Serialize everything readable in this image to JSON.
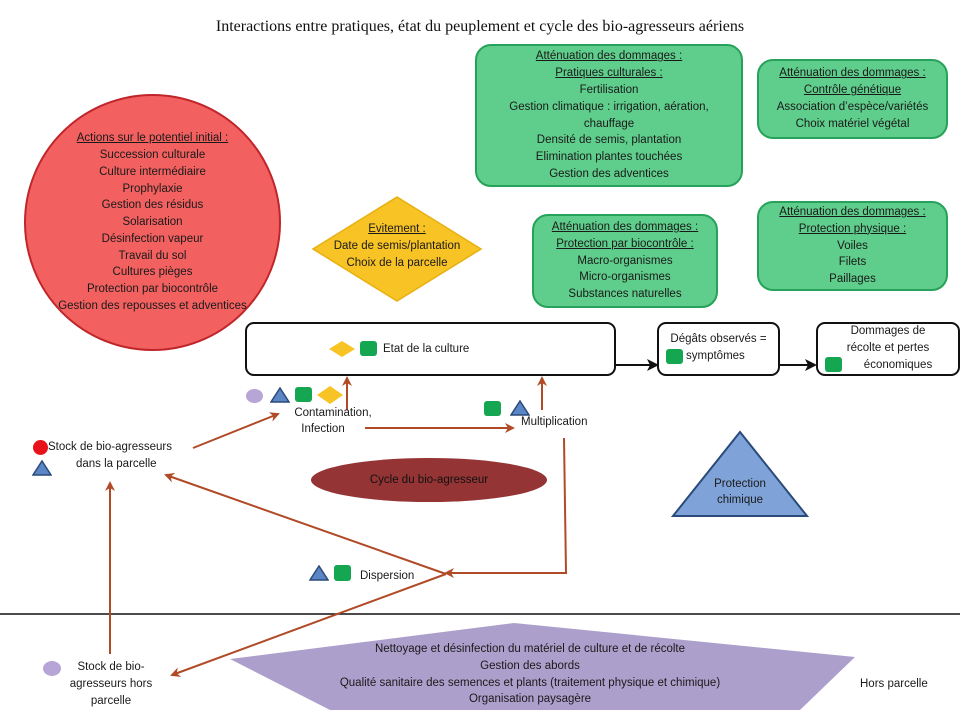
{
  "title": "Interactions entre pratiques, état du peuplement et cycle des bio-agresseurs aériens",
  "colors": {
    "green_fill": "#5fcd8b",
    "green_border": "#27a25a",
    "red_fill": "#f26060",
    "yellow_fill": "#f7c325",
    "blue_fill": "#7fa3d8",
    "purple_fill": "#ad9fcb",
    "cycle_ellipse": "#953434",
    "arrow": "#b04a27"
  },
  "red_circle": {
    "heading": "Actions sur le potentiel initial :",
    "items": [
      "Succession culturale",
      "Culture intermédiaire",
      "Prophylaxie",
      "Gestion des résidus",
      "Solarisation",
      "Désinfection vapeur",
      "Travail du sol",
      "Cultures pièges",
      "Protection par biocontrôle",
      "Gestion des repousses et adventices"
    ]
  },
  "green_cultural": {
    "heading": "Atténuation des dommages :",
    "subheading": "Pratiques culturales :",
    "items": [
      "Fertilisation",
      "Gestion climatique : irrigation, aération,",
      "chauffage",
      "Densité de semis, plantation",
      "Elimination plantes touchées",
      "Gestion des adventices"
    ]
  },
  "green_genetic": {
    "heading": "Atténuation des dommages :",
    "subheading": "Contrôle génétique",
    "items": [
      "Association d’espèce/variétés",
      "Choix matériel végétal"
    ]
  },
  "green_biocontrol": {
    "heading": "Atténuation des dommages :",
    "subheading": "Protection par biocontrôle :",
    "items": [
      "Macro-organismes",
      "Micro-organismes",
      "Substances naturelles"
    ]
  },
  "green_physical": {
    "heading": "Atténuation des dommages :",
    "subheading": "Protection physique :",
    "items": [
      "Voiles",
      "Filets",
      "Paillages"
    ]
  },
  "avoidance": {
    "heading": "Evitement :",
    "items": [
      "Date de semis/plantation",
      "Choix de la parcelle"
    ]
  },
  "flow": {
    "crop_state": "Etat de la culture",
    "damage_observed": [
      "Dégâts observés =",
      "symptômes"
    ],
    "economic_losses": [
      "Dommages de",
      "récolte  et pertes",
      "économiques"
    ]
  },
  "cycle": {
    "contamination": [
      "Contamination,",
      "Infection"
    ],
    "multiplication": "Multiplication",
    "dispersion": "Dispersion",
    "stock_field": [
      "Stock de bio-agresseurs",
      "dans la parcelle"
    ],
    "stock_outside": [
      "Stock de bio-",
      "agresseurs hors",
      "parcelle"
    ],
    "ellipse_label": "Cycle du bio-agresseur"
  },
  "chemical": [
    "Protection",
    "chimique"
  ],
  "outside_practices": [
    "Nettoyage et désinfection du matériel de culture et de récolte",
    "Gestion des abords",
    "Qualité sanitaire des semences et plants (traitement physique et chimique)",
    "Organisation paysagère"
  ],
  "outside_label": "Hors parcelle"
}
